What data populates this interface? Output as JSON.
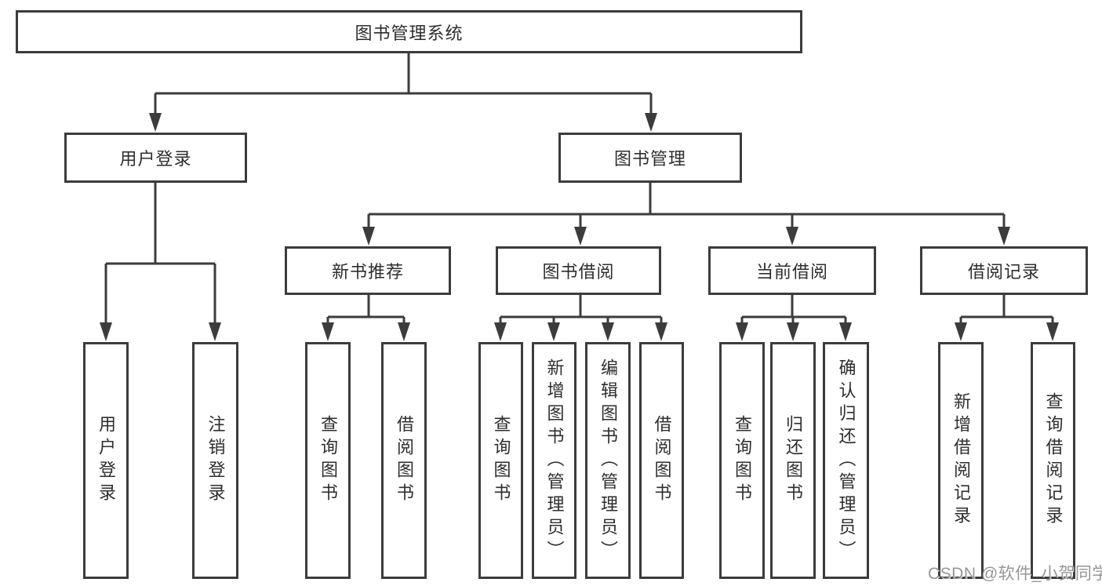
{
  "diagram": {
    "title": "图书管理系统",
    "branches": [
      {
        "label": "用户登录",
        "children": [
          {
            "label": "用户登录"
          },
          {
            "label": "注销登录"
          }
        ]
      },
      {
        "label": "图书管理",
        "children": [
          {
            "label": "新书推荐",
            "children": [
              {
                "label": "查询图书"
              },
              {
                "label": "借阅图书"
              }
            ]
          },
          {
            "label": "图书借阅",
            "children": [
              {
                "label": "查询图书"
              },
              {
                "label": "新增图书（管理员）"
              },
              {
                "label": "编辑图书（管理员）"
              },
              {
                "label": "借阅图书"
              }
            ]
          },
          {
            "label": "当前借阅",
            "children": [
              {
                "label": "查询图书"
              },
              {
                "label": "归还图书"
              },
              {
                "label": "确认归还（管理员）"
              }
            ]
          },
          {
            "label": "借阅记录",
            "children": [
              {
                "label": "新增借阅记录"
              },
              {
                "label": "查询借阅记录"
              }
            ]
          }
        ]
      }
    ]
  },
  "watermark": {
    "text": "CSDN @软件_小贺同学"
  },
  "colors": {
    "line": "#3c3c3c",
    "text": "#2e2e2e",
    "watermark": "#969696",
    "background": "#ffffff"
  }
}
